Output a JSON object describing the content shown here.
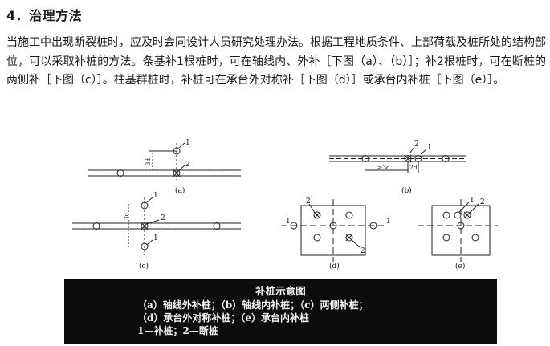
{
  "section": {
    "heading": "4．治理方法",
    "paragraph": "当施工中出现断裂桩时，应及时会同设计人员研究处理办法。根据工程地质条件、上部荷载及桩所处的结构部位，可以采取补桩的方法。条基补1根桩时，可在轴线内、外补［下图（a）、（b）］；补2根桩时，可在断桩的两侧补［下图（c）］。柱基群桩时，补桩可在承台外对称补［下图（d）］或承台内补桩［下图（e）］。"
  },
  "figure": {
    "labels": {
      "a": "(a)",
      "b": "(b)",
      "c": "(c)",
      "d": "(d)",
      "e": "(e)",
      "one": "1",
      "two": "2",
      "dim_3d": "3d",
      "dim_ge3d": "≥3d",
      "dim_2d": "2d"
    },
    "caption": {
      "title": "补桩示意图",
      "line1": "（a）轴线外补桩；（b）轴线内补桩；（c）两侧补桩；",
      "line2": "（d）承台外对称补桩；（e）承台内补桩",
      "line3": "1—补桩；2—断桩"
    }
  }
}
